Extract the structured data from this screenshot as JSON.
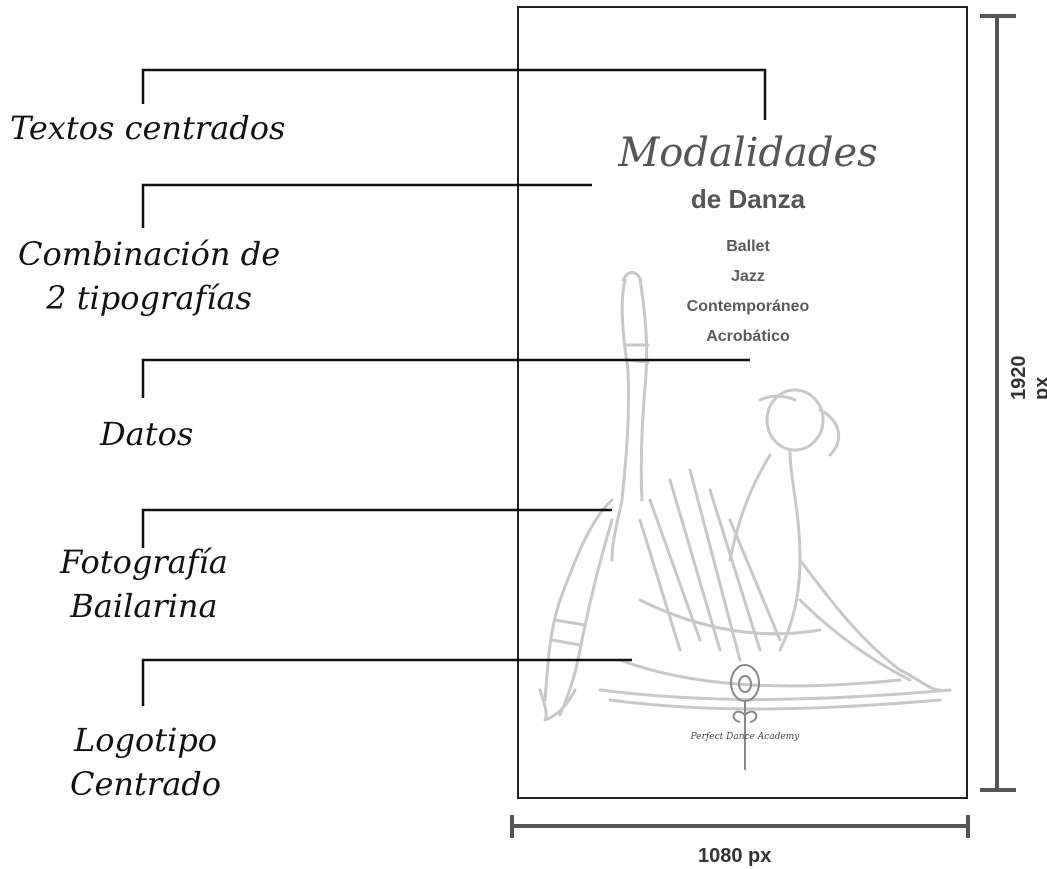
{
  "annotations": [
    {
      "id": "textos",
      "lines": [
        "Textos centrados"
      ]
    },
    {
      "id": "tipografias",
      "lines": [
        "Combinación de",
        "2 tipografías"
      ]
    },
    {
      "id": "datos",
      "lines": [
        "Datos"
      ]
    },
    {
      "id": "fotografia",
      "lines": [
        "Fotografía",
        "Bailarina"
      ]
    },
    {
      "id": "logotipo",
      "lines": [
        "Logotipo",
        "Centrado"
      ]
    }
  ],
  "poster": {
    "title_script": "Modalidades",
    "title_sans": "de Danza",
    "modalities": [
      "Ballet",
      "Jazz",
      "Contemporáneo",
      "Acrobático"
    ],
    "logo_text": "Perfect Dance Academy"
  },
  "dimensions": {
    "width_label": "1080 px",
    "height_label": "1920 px"
  },
  "colors": {
    "line": "#111111",
    "poster_border": "#222222",
    "dimension": "#555555",
    "figure": "#c8c8c8",
    "poster_text": "#5a5a5a"
  }
}
